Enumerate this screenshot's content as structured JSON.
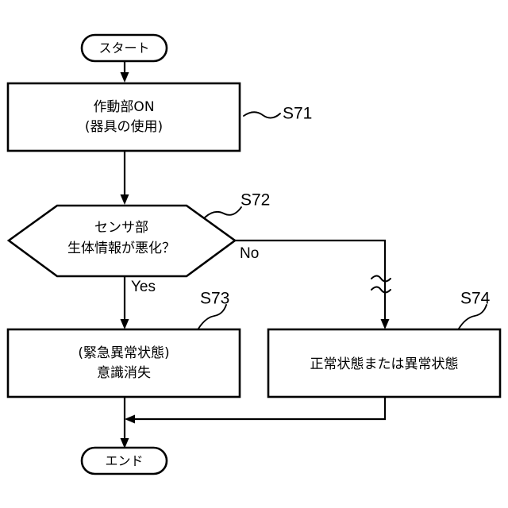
{
  "diagram": {
    "type": "flowchart",
    "title": "",
    "language": "ja",
    "background_color": "#ffffff",
    "line_color": "#000000"
  },
  "nodes": {
    "start": {
      "shape": "terminal",
      "label": "スタート"
    },
    "s71": {
      "shape": "process",
      "line1": "作動部ON",
      "line2": "(器具の使用)",
      "step_label": "S71"
    },
    "s72": {
      "shape": "decision-hexagon",
      "line1": "センサ部",
      "line2": "生体情報が悪化？",
      "step_label": "S72"
    },
    "s73": {
      "shape": "process",
      "line1": "(緊急異常状態)",
      "line2": "意識消失",
      "step_label": "S73"
    },
    "s74": {
      "shape": "process",
      "line1": "正常状態または異常状態",
      "step_label": "S74"
    },
    "end": {
      "shape": "terminal",
      "label": "エンド"
    }
  },
  "edges": {
    "yes_label": "Yes",
    "no_label": "No"
  }
}
